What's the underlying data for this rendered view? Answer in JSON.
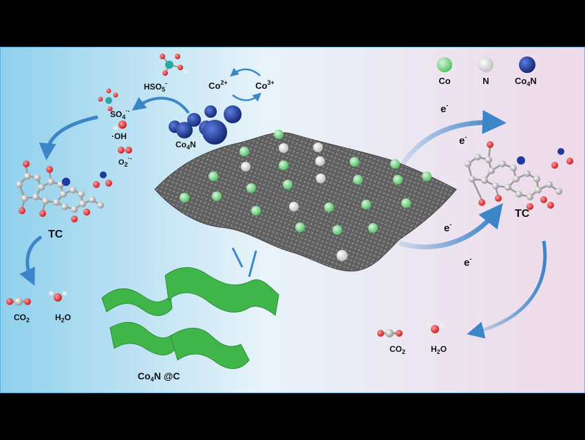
{
  "legend": {
    "items": [
      {
        "label": "Co",
        "color": "#7ed88f"
      },
      {
        "label": "N",
        "color": "#f2f2f2"
      },
      {
        "label": "Co4N",
        "color": "#1e3a9e"
      }
    ],
    "co4n_main": "Co",
    "co4n_sub": "4",
    "co4n_tail": "N"
  },
  "left": {
    "hso5_main": "HSO",
    "hso5_sub": "5",
    "hso5_sup": "-",
    "so4_main": "SO",
    "so4_sub": "4",
    "so4_sup": "·-",
    "oh": "·OH",
    "o2_main": "O",
    "o2_sub": "2",
    "o2_sup": "·-",
    "co2plus_main": "Co",
    "co2plus_sup": "2+",
    "co3plus_main": "Co",
    "co3plus_sup": "3+",
    "cluster_main": "Co",
    "cluster_sub": "4",
    "cluster_tail": "N",
    "tc": "TC",
    "co2_main": "CO",
    "co2_sub": "2",
    "h2o_a": "H",
    "h2o_sub": "2",
    "h2o_b": "O"
  },
  "right": {
    "electron_main": "e",
    "electron_sup": "-",
    "tc": "TC",
    "co2_main": "CO",
    "co2_sub": "2",
    "h2o_a": "H",
    "h2o_sub": "2",
    "h2o_b": "O"
  },
  "bottom": {
    "caption_main": "Co",
    "caption_sub": "4",
    "caption_tail": "N @C"
  },
  "colors": {
    "arrow": "#3b86c8",
    "sheet": "#5a5a5a",
    "co_atom": "#7ed88f",
    "n_atom": "#eeeeee",
    "co4n_atom": "#1e3a9e",
    "carbon_green": "#3fb54a",
    "oxygen": "#e0262a"
  }
}
